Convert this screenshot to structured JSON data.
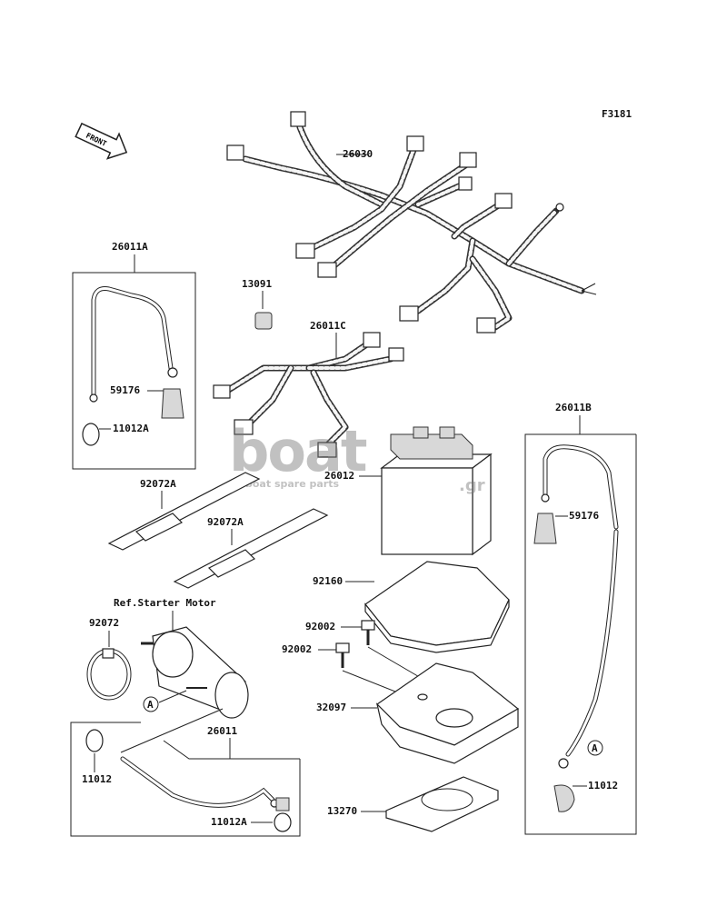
{
  "figure_code": "F3181",
  "front_label": "FRONT",
  "ref_label": "Ref.Starter Motor",
  "callout_marker": "A",
  "watermark": {
    "brand_main": "boat",
    "brand_sub": "boat spare parts",
    "tld": ".gr"
  },
  "parts": {
    "p26030": "26030",
    "p26011A": "26011A",
    "p13091": "13091",
    "p26011C": "26011C",
    "p59176_left": "59176",
    "p11012A_left": "11012A",
    "p26012": "26012",
    "p26011B": "26011B",
    "p59176_right": "59176",
    "p92072A_1": "92072A",
    "p92072A_2": "92072A",
    "p92160": "92160",
    "p92072": "92072",
    "p92002_1": "92002",
    "p92002_2": "92002",
    "p32097": "32097",
    "p26011": "26011",
    "p11012_left": "11012",
    "p11012_right": "11012",
    "p11012A_bottom": "11012A",
    "p13270": "13270"
  }
}
